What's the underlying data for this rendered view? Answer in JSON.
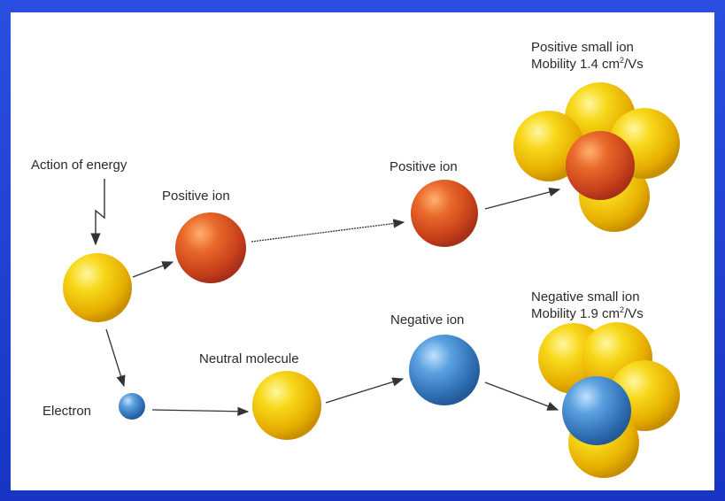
{
  "labels": {
    "action_of_energy": "Action of energy",
    "positive_ion_1": "Positive ion",
    "positive_ion_2": "Positive ion",
    "positive_small_ion_title": "Positive small ion",
    "positive_small_ion_mobility_prefix": "Mobility 1.4 cm",
    "positive_small_ion_mobility_suffix": "/Vs",
    "negative_small_ion_title": "Negative small ion",
    "negative_small_ion_mobility_prefix": "Mobility 1.9 cm",
    "negative_small_ion_mobility_suffix": "/Vs",
    "superscript": "2",
    "negative_ion": "Negative ion",
    "neutral_molecule": "Neutral molecule",
    "electron": "Electron"
  },
  "colors": {
    "frame": "#1a3fc8",
    "panel": "#ffffff",
    "yellow": "#f2c800",
    "orange": "#d9531f",
    "blue": "#3f86c8",
    "arrow": "#333333"
  }
}
